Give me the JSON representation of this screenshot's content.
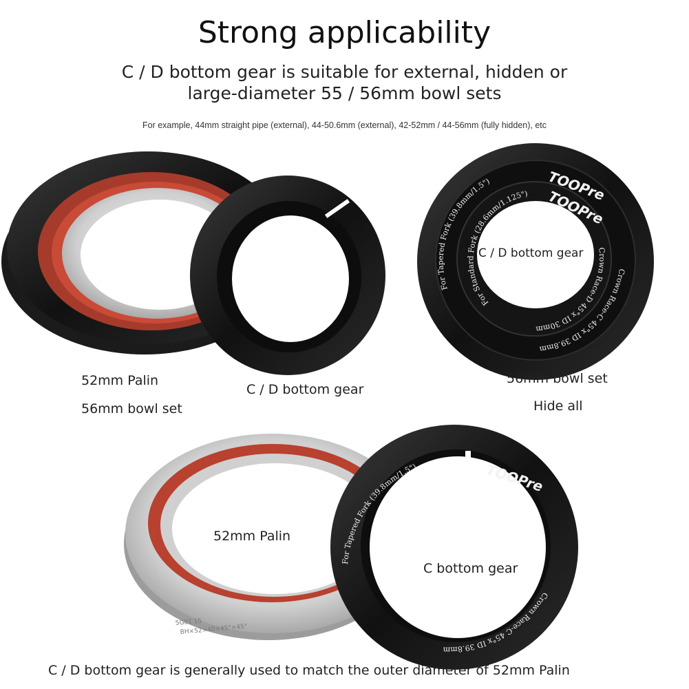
{
  "header": {
    "title": "Strong applicability",
    "subtitle_line1": "C / D bottom gear is suitable for external, hidden or",
    "subtitle_line2": "large-diameter 55 / 56mm bowl sets",
    "example": "For example, 44mm straight pipe (external), 44-50.6mm (external), 42-52mm / 44-56mm (fully hidden), etc"
  },
  "top_left": {
    "label_bearing_1": "52mm Palin",
    "label_bearing_2": "56mm bowl set",
    "label_ring": "C / D bottom gear"
  },
  "top_right": {
    "center_label": "C / D bottom gear",
    "label_1": "56mm bowl set",
    "label_2": "Hide all",
    "engraving": {
      "brand": "TOOPre",
      "outer_left": "For Tapered Fork (39.8mm/1.5\")",
      "inner_left": "For Standard Fork (28.6mm/1.125\")",
      "inner_right": "Crown Race-D 45°x ID 30mm",
      "outer_right": "Crown Race-C 45°x ID 39.8mm"
    }
  },
  "bottom": {
    "bearing_label": "52mm Palin",
    "ring_label": "C bottom gear",
    "bearing_marking_1": "5G01        15",
    "bearing_marking_2": "BH×52×40×45°×45°",
    "ring_engraving": {
      "brand": "TOOPre",
      "left": "For Tapered Fork (39.8mm/1.5\")",
      "right": "Crown Race-C 45°x ID 39.8mm"
    },
    "footer": "C / D bottom gear is generally used to match the outer diameter of 52mm Palin"
  }
}
